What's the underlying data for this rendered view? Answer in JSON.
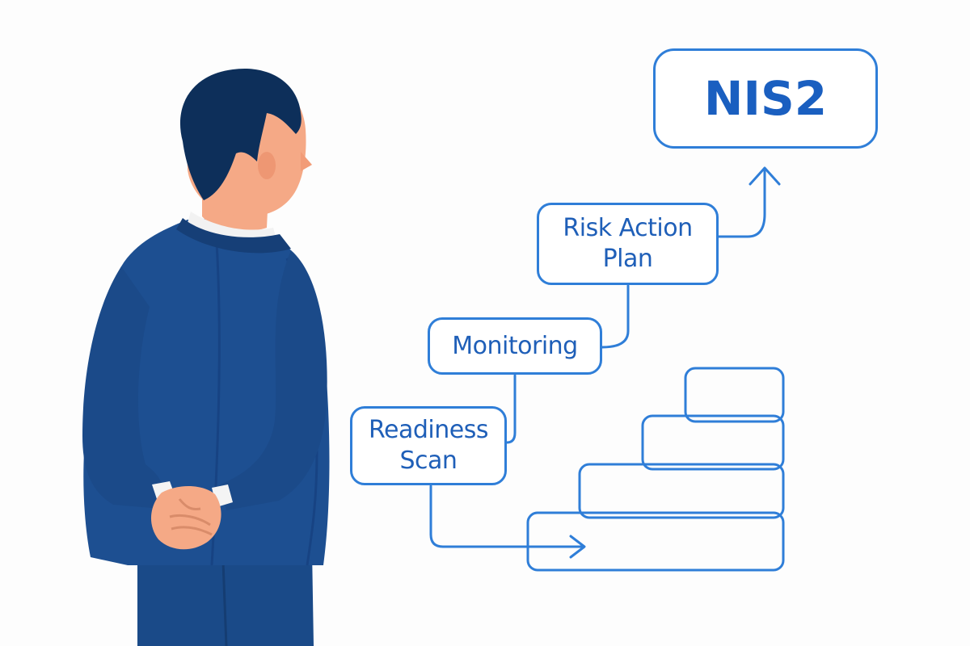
{
  "diagram": {
    "goal": {
      "label": "NIS2"
    },
    "steps": [
      {
        "label": "Risk Action\nPlan"
      },
      {
        "label": "Monitoring"
      },
      {
        "label": "Readiness\nScan"
      }
    ]
  },
  "colors": {
    "accent": "#2f7ed8",
    "text_accent": "#1f5fb8",
    "suit": "#1d4f91",
    "hair": "#0d2f5a",
    "skin": "#f5a986",
    "background": "#fdfdfd"
  }
}
